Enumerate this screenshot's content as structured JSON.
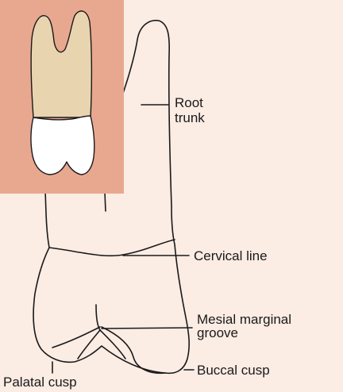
{
  "labels": {
    "root_trunk": [
      "Root",
      "trunk"
    ],
    "cervical_line": "Cervical line",
    "mesial_marginal_groove": [
      "Mesial marginal",
      "groove"
    ],
    "buccal_cusp": "Buccal cusp",
    "palatal_cusp": "Palatal cusp"
  },
  "colors": {
    "background": "#fbece4",
    "inset_background": "#e8a890",
    "inset_root": "#e9d4b0",
    "inset_crown": "#ffffff",
    "line": "#1a1a1a"
  }
}
